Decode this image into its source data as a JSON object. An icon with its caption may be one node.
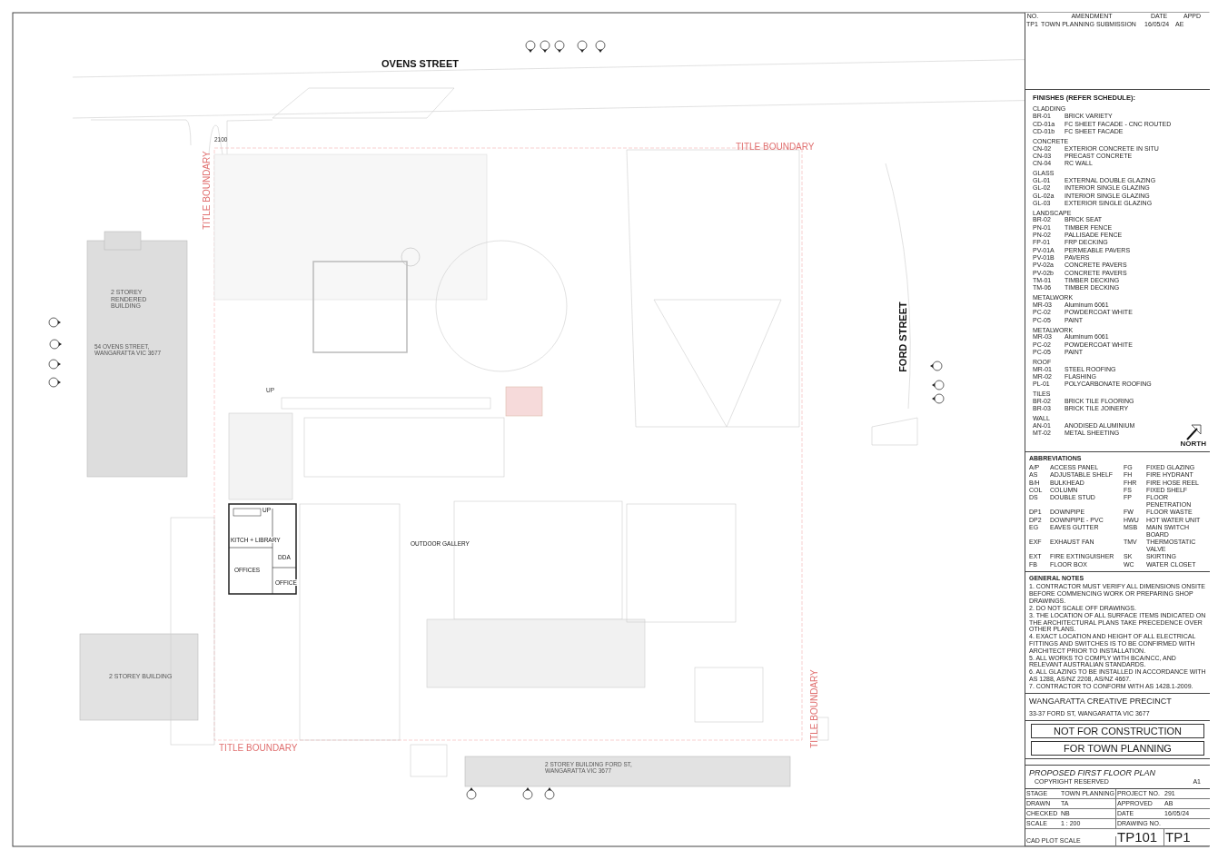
{
  "diagram": {
    "labels": [
      "OVENS STREET",
      "2100",
      "TITLE BOUNDARY",
      "TITLE BOUNDARY",
      "2 STOREY RENDERED BUILDING",
      "54 OVENS STREET, WANGARATTA VIC 3677",
      "FORD STREET",
      "UP",
      "UP",
      "KITCH + LIBRARY",
      "DDA",
      "OUTDOOR GALLERY",
      "OFFICES",
      "OFFICE",
      "2 STOREY BUILDING",
      "TITLE BOUNDARY",
      "TITLE BOUNDARY",
      "2 STOREY BUILDING FORD ST, WANGARATTA VIC 3677",
      "NO.",
      "AMENDMENT",
      "DATE",
      "APPD",
      "TP1",
      "TOWN PLANNING SUBMISSION",
      "16/05/24",
      "AE",
      "FINISHES (REFER SCHEDULE):",
      "CLADDING",
      "BR-01",
      "BRICK VARIETY",
      "CD-01a",
      "FC SHEET FACADE - CNC ROUTED",
      "CD-01b",
      "FC SHEET FACADE",
      "CONCRETE",
      "CN-02",
      "EXTERIOR CONCRETE IN SITU",
      "CN-03",
      "PRECAST CONCRETE",
      "CN-04",
      "RC WALL",
      "GLASS",
      "GL-01",
      "EXTERNAL DOUBLE GLAZING",
      "GL-02",
      "INTERIOR SINGLE GLAZING",
      "GL-02a",
      "INTERIOR SINGLE GLAZING",
      "GL-03",
      "EXTERIOR SINGLE GLAZING",
      "LANDSCAPE",
      "BR-02",
      "BRICK SEAT",
      "PN-01",
      "TIMBER FENCE",
      "PN-02",
      "PALLISADE FENCE",
      "FP-01",
      "FRP DECKING",
      "PV-01A",
      "PERMEABLE PAVERS",
      "PV-01B",
      "PAVERS",
      "PV-02a",
      "CONCRETE PAVERS",
      "PV-02b",
      "CONCRETE PAVERS",
      "TM-01",
      "TIMBER DECKING",
      "TM-06",
      "TIMBER DECKING",
      "METALWORK",
      "MR-03",
      "Aluminum 6061",
      "PC-02",
      "POWDERCOAT WHITE",
      "PC-05",
      "PAINT",
      "METALWORK",
      "MR-03",
      "Aluminum 6061",
      "PC-02",
      "POWDERCOAT WHITE",
      "PC-05",
      "PAINT",
      "ROOF",
      "MR-01",
      "STEEL ROOFING",
      "MR-02",
      "FLASHING",
      "PL-01",
      "POLYCARBONATE ROOFING",
      "TILES",
      "BR-02",
      "BRICK TILE FLOORING",
      "BR-03",
      "BRICK TILE JOINERY",
      "WALL",
      "AN-01",
      "ANODISED ALUMINIUM",
      "MT-02",
      "METAL SHEETING",
      "NORTH",
      "ABBREVIATIONS",
      "A/P",
      "ACCESS PANEL",
      "FG",
      "FIXED GLAZING",
      "AS",
      "ADJUSTABLE SHELF",
      "FH",
      "FIRE HYDRANT",
      "B/H",
      "BULKHEAD",
      "FHR",
      "FIRE HOSE REEL",
      "COL",
      "COLUMN",
      "FS",
      "FIXED SHELF",
      "DS",
      "DOUBLE STUD",
      "FP",
      "FLOOR PENETRATION",
      "DP1",
      "DOWNPIPE",
      "FW",
      "FLOOR WASTE",
      "DP2",
      "DOWNPIPE - PVC",
      "HWU",
      "HOT WATER UNIT",
      "EG",
      "EAVES GUTTER",
      "MSB",
      "MAIN SWITCH BOARD",
      "EXF",
      "EXHAUST FAN",
      "TMV",
      "THERMOSTATIC VALVE",
      "EXT",
      "FIRE EXTINGUISHER",
      "SK",
      "SKIRTING",
      "FB",
      "FLOOR BOX",
      "WC",
      "WATER CLOSET",
      "GENERAL NOTES",
      "1. CONTRACTOR MUST VERIFY ALL DIMENSIONS ONSITE BEFORE COMMENCING WORK OR PREPARING SHOP DRAWINGS.",
      "2. DO NOT SCALE OFF DRAWINGS.",
      "3. THE LOCATION OF ALL SURFACE ITEMS INDICATED ON THE ARCHITECTURAL PLANS TAKE PRECEDENCE OVER OTHER PLANS.",
      "4. EXACT LOCATION AND HEIGHT OF ALL ELECTRICAL FITTINGS AND SWITCHES IS TO BE CONFIRMED WITH ARCHITECT PRIOR TO INSTALLATION.",
      "5. ALL WORKS TO COMPLY WITH BCA/NCC, AND RELEVANT AUSTRALIAN STANDARDS.",
      "6. ALL GLAZING TO BE INSTALLED IN ACCORDANCE WITH AS 1288, AS/NZ 2208, AS/NZ 4667.",
      "7. CONTRACTOR TO CONFORM WITH AS 1428.1-2009.",
      "WANGARATTA CREATIVE PRECINCT",
      "33-37 FORD ST, WANGARATTA VIC 3677",
      "NOT FOR CONSTRUCTION",
      "FOR TOWN PLANNING",
      "PROPOSED FIRST FLOOR PLAN",
      "COPYRIGHT RESERVED",
      "A1",
      "STAGE",
      "TOWN PLANNING",
      "PROJECT NO.",
      "291",
      "DRAWN",
      "TA",
      "APPROVED",
      "AB",
      "CHECKED",
      "NB",
      "DATE",
      "16/05/24",
      "SCALE",
      "1 : 200",
      "DRAWING NO.",
      "CAD PLOT SCALE",
      "TP101",
      "TP1"
    ]
  }
}
